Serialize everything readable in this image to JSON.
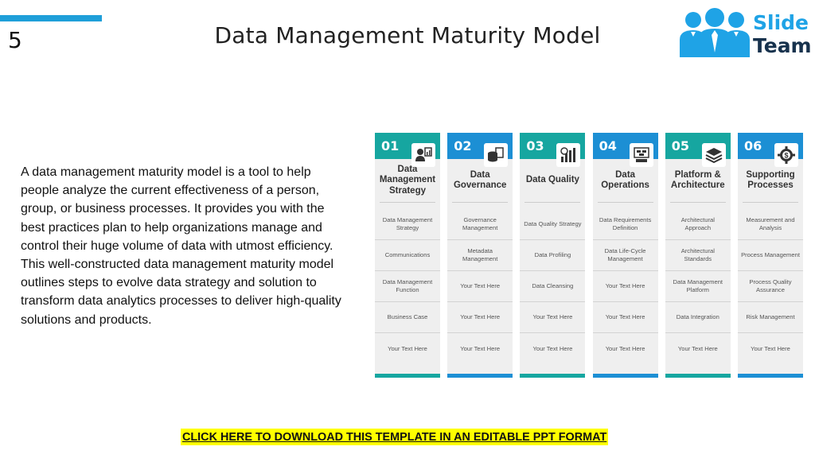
{
  "slide": {
    "number": "5",
    "title": "Data Management Maturity Model",
    "logo": {
      "line1": "Slide",
      "line2": "Team"
    },
    "description": "A data management maturity model is a tool to help people analyze the current effectiveness of a person, group, or business processes. It provides you with the best practices plan to help organizations manage and control their huge volume of data with utmost efficiency. This well-constructed data management maturity model outlines steps to evolve data strategy and solution to transform data analytics processes to deliver high-quality solutions and products.",
    "cta": "CLICK HERE TO DOWNLOAD THIS TEMPLATE IN AN EDITABLE PPT FORMAT"
  },
  "colors": {
    "teal": "#16a6a0",
    "blue": "#1c8fd4",
    "accent": "#1f9fd9",
    "cta_bg": "#ffff00"
  },
  "columns": [
    {
      "num": "01",
      "title": "Data Management Strategy",
      "icon": "analytics-person-icon",
      "items": [
        "Data Management Strategy",
        "Communications",
        "Data Management Function",
        "Business Case",
        "Your Text Here"
      ]
    },
    {
      "num": "02",
      "title": "Data Governance",
      "icon": "database-document-icon",
      "items": [
        "Governance Management",
        "Metadata Management",
        "Your Text Here",
        "Your Text Here",
        "Your Text Here"
      ]
    },
    {
      "num": "03",
      "title": "Data Quality",
      "icon": "quality-chart-icon",
      "items": [
        "Data Quality Strategy",
        "Data Profiling",
        "Data Cleansing",
        "Your Text Here",
        "Your Text Here"
      ]
    },
    {
      "num": "04",
      "title": "Data Operations",
      "icon": "network-monitor-icon",
      "items": [
        "Data Requirements Definition",
        "Data Life-Cycle Management",
        "Your Text Here",
        "Your Text Here",
        "Your Text Here"
      ]
    },
    {
      "num": "05",
      "title": "Platform & Architecture",
      "icon": "layers-icon",
      "items": [
        "Architectural Approach",
        "Architectural Standards",
        "Data Management Platform",
        "Data Integration",
        "Your Text Here"
      ]
    },
    {
      "num": "06",
      "title": "Supporting Processes",
      "icon": "dollar-gear-icon",
      "items": [
        "Measurement and Analysis",
        "Process Management",
        "Process Quality Assurance",
        "Risk Management",
        "Your Text Here"
      ]
    }
  ]
}
